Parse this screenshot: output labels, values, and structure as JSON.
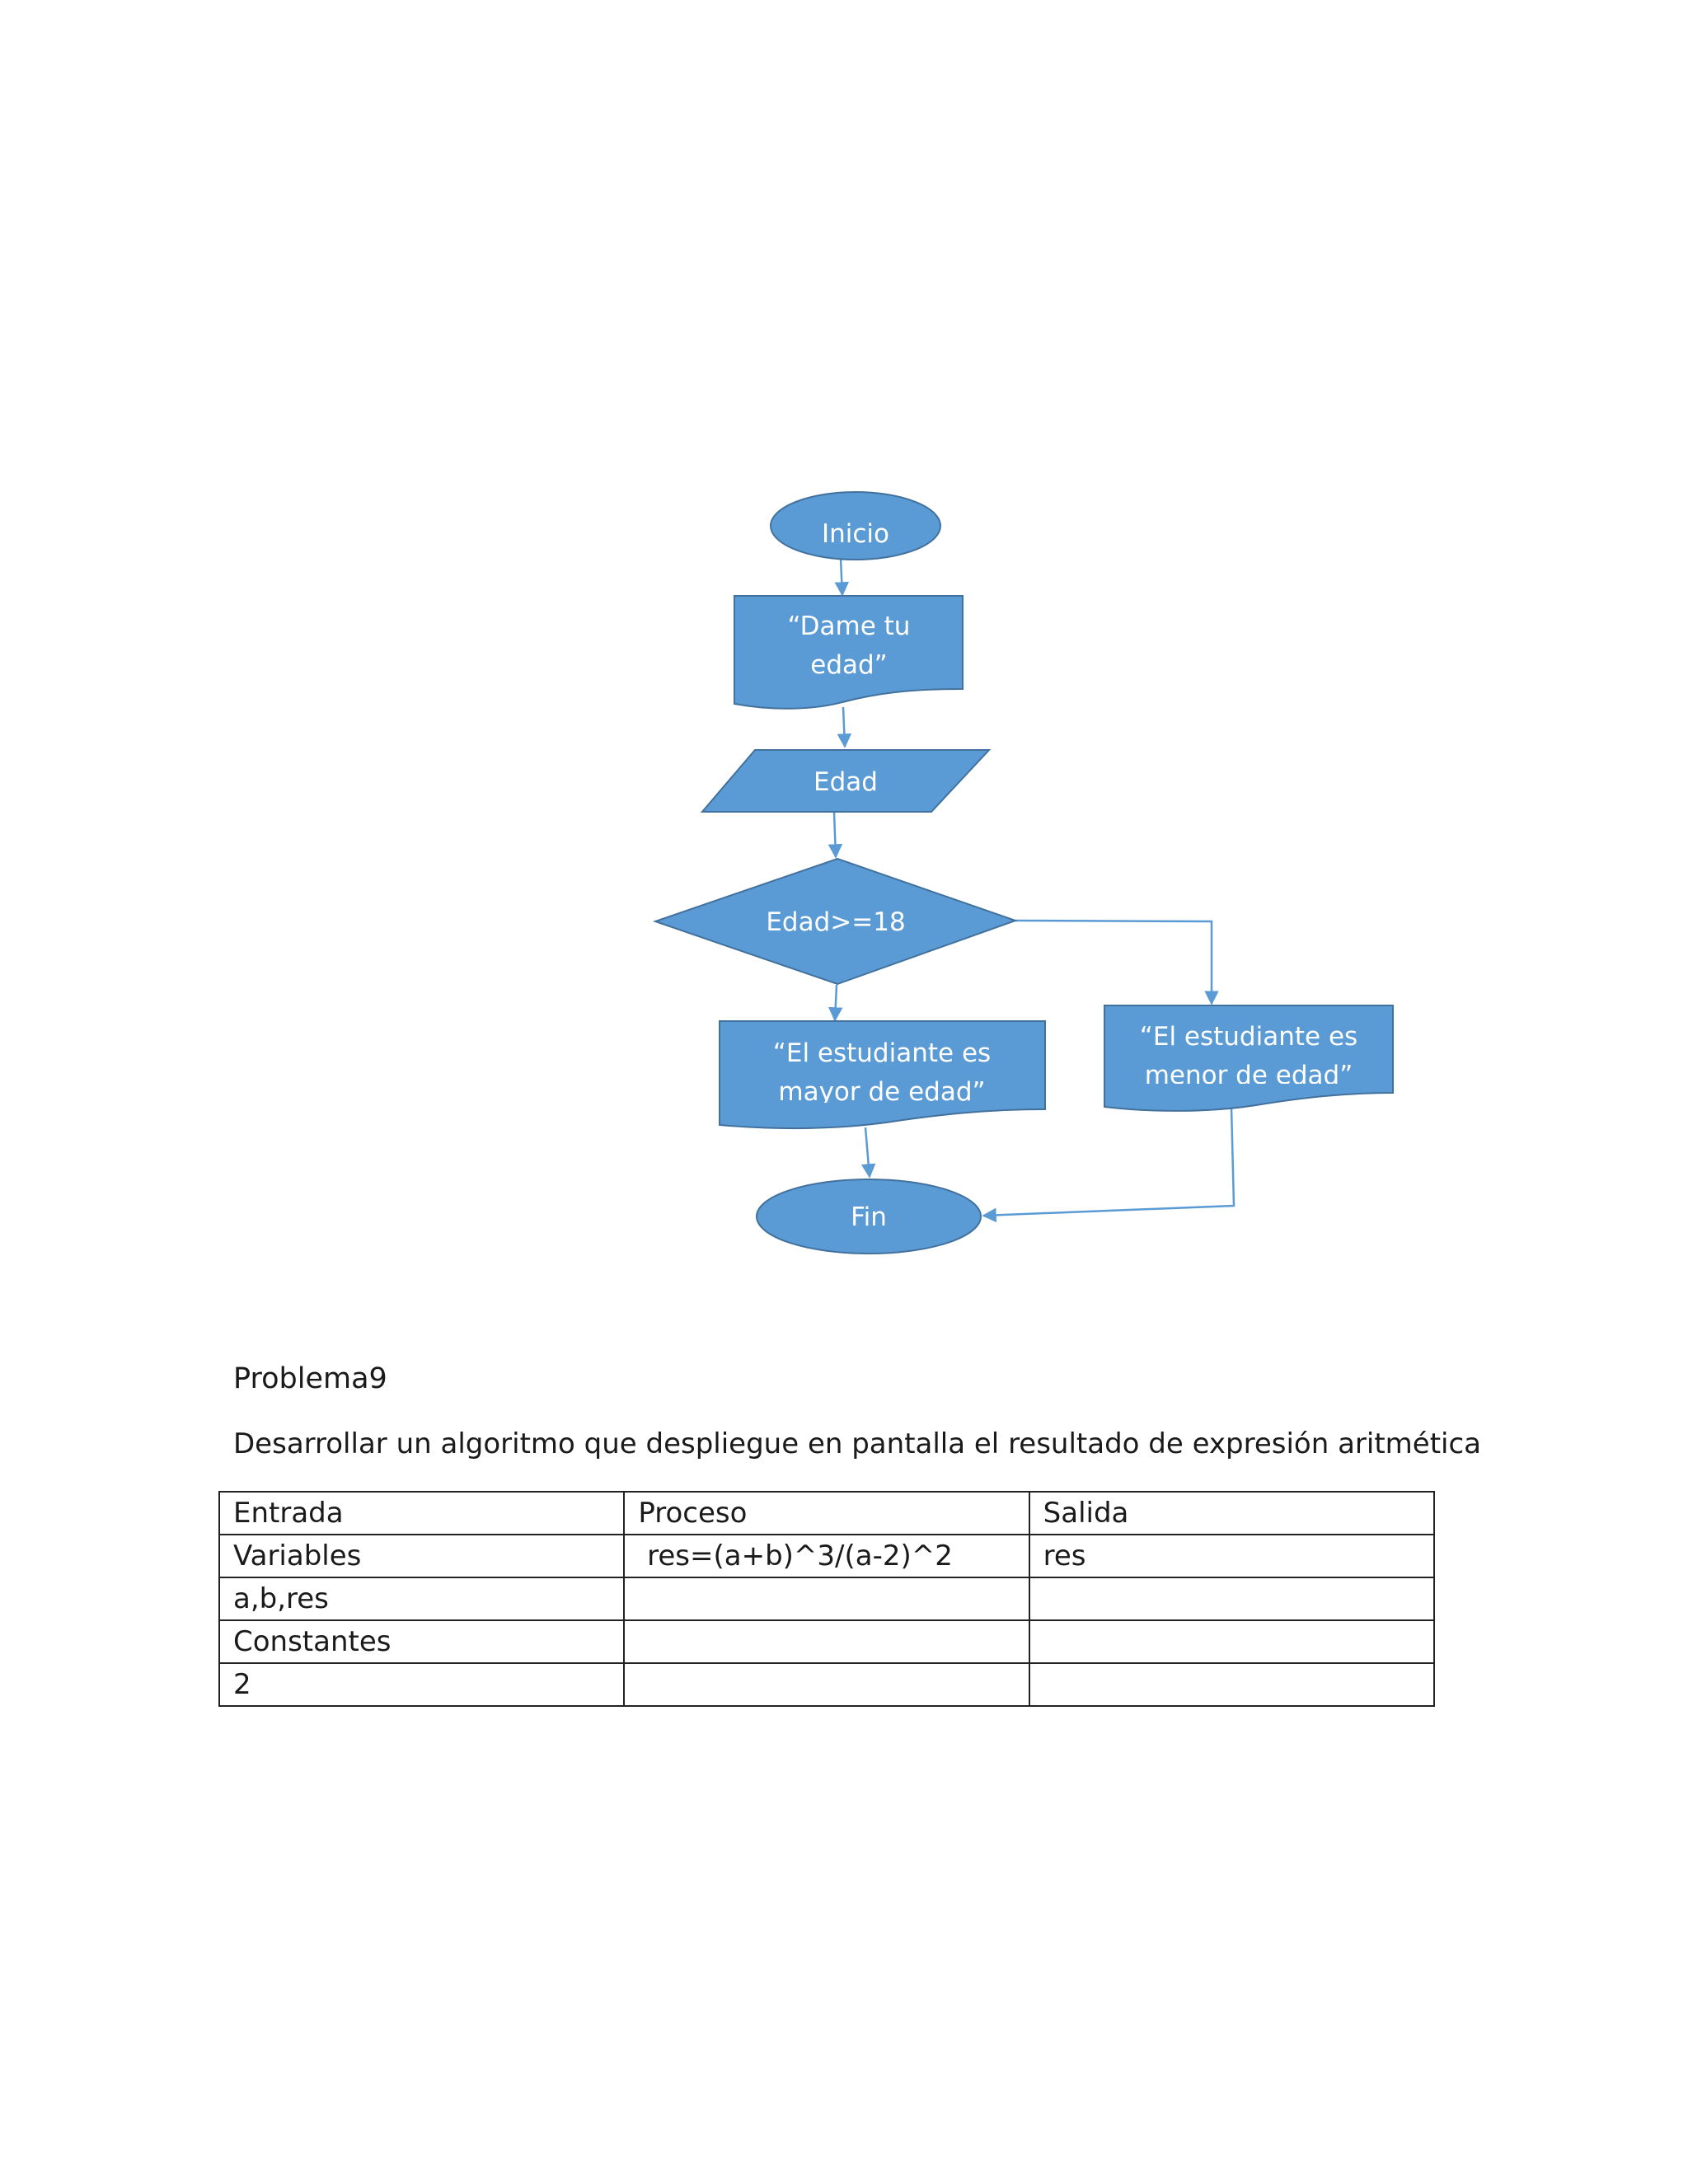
{
  "flowchart": {
    "start_label": "Inicio",
    "prompt_line1": "“Dame tu",
    "prompt_line2": "edad”",
    "input_label": "Edad",
    "decision_label": "Edad>=18",
    "adult_line1": "“El estudiante es",
    "adult_line2": "mayor de edad”",
    "minor_line1": "“El estudiante es",
    "minor_line2": "menor de edad”",
    "end_label": "Fin",
    "colors": {
      "fill": "#5b9bd5",
      "stroke": "#41719c",
      "text": "#ffffff"
    }
  },
  "problem": {
    "title": "Problema9",
    "description": "Desarrollar un algoritmo que despliegue en pantalla el resultado de expresión aritmética"
  },
  "table": {
    "rows": [
      [
        "Entrada",
        "Proceso",
        "Salida"
      ],
      [
        "Variables",
        " res=(a+b)^3/(a-2)^2",
        "res"
      ],
      [
        "a,b,res",
        "",
        ""
      ],
      [
        "Constantes",
        "",
        ""
      ],
      [
        "2",
        "",
        ""
      ]
    ]
  }
}
